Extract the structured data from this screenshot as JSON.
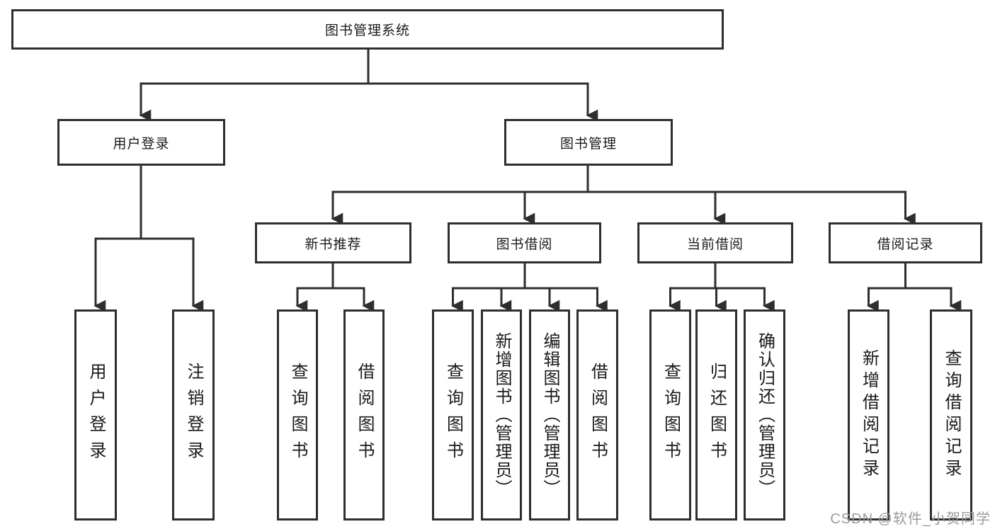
{
  "diagram": {
    "root": "图书管理系统",
    "l2": [
      "用户登录",
      "图书管理"
    ],
    "l3": [
      "新书推荐",
      "图书借阅",
      "当前借阅",
      "借阅记录"
    ],
    "leaves": {
      "a": [
        "用户登录",
        "注销登录"
      ],
      "b": [
        "查询图书",
        "借阅图书"
      ],
      "c": [
        "查询图书",
        "新增图书（管理员）",
        "编辑图书（管理员）",
        "借阅图书"
      ],
      "d": [
        "查询图书",
        "归还图书",
        "确认归还（管理员）"
      ],
      "e": [
        "新增借阅记录",
        "查询借阅记录"
      ]
    }
  },
  "watermark": {
    "text": "CSDN @软件_小贺同学"
  },
  "colors": {
    "line": "#2e2e2e",
    "box_border": "#2e2e2e",
    "box_fill": "#ffffff",
    "text": "#1a1a1a",
    "watermark": "#9b9b9b"
  }
}
